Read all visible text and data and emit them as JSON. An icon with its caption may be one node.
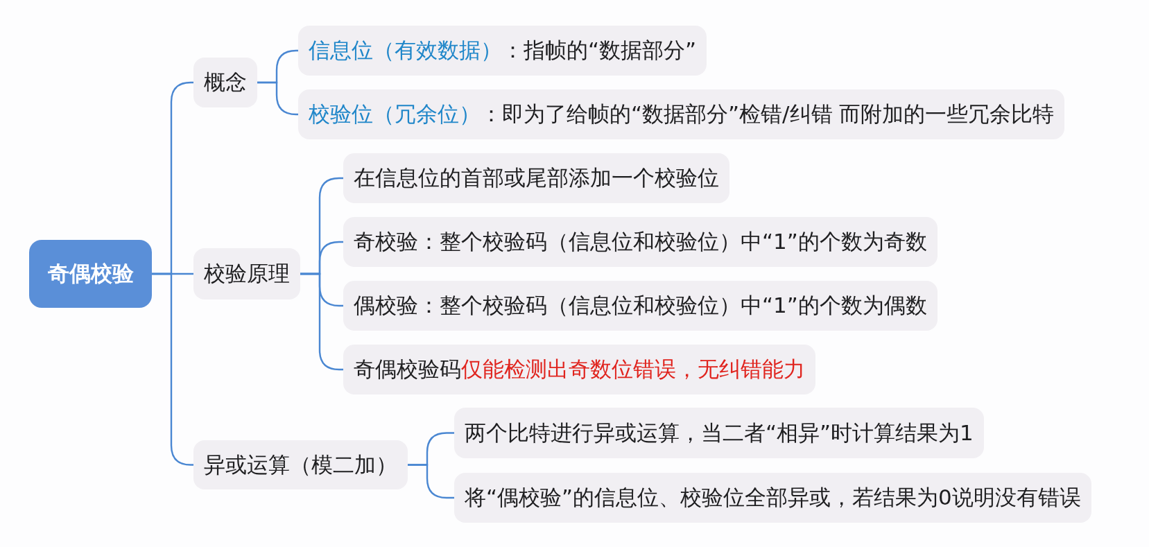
{
  "diagram": {
    "nodes": [
      {
        "text": [
          "奇偶校验"
        ]
      },
      {
        "text": [
          "概念"
        ]
      },
      {
        "text": [
          "信息位（有效数据）",
          "：指帧的“数据部分”"
        ]
      },
      {
        "text": [
          "校验位（冗余位）",
          "：即为了给帧的“数据部分”检错/纠错 而附加的一些冗余比特"
        ]
      },
      {
        "text": [
          "校验原理"
        ]
      },
      {
        "text": [
          "在信息位的首部或尾部添加一个校验位"
        ]
      },
      {
        "text": [
          "奇校验：整个校验码（信息位和校验位）中“1”的个数为奇数"
        ]
      },
      {
        "text": [
          "偶校验：整个校验码（信息位和校验位）中“1”的个数为偶数"
        ]
      },
      {
        "text": [
          "奇偶校验码",
          "仅能检测出奇数位错误，无纠错能力"
        ]
      },
      {
        "text": [
          "异或运算（模二加）"
        ]
      },
      {
        "text": [
          "两个比特进行异或运算，当二者“相异”时计算结果为1"
        ]
      },
      {
        "text": [
          "将“偶校验”的信息位、校验位全部异或，若结果为0说明没有错误"
        ]
      }
    ],
    "edges": [
      {
        "from": 0,
        "to": 1,
        "arrow": "none"
      },
      {
        "from": 0,
        "to": 4,
        "arrow": "none"
      },
      {
        "from": 0,
        "to": 9,
        "arrow": "none"
      },
      {
        "from": 1,
        "to": 2,
        "arrow": "none"
      },
      {
        "from": 1,
        "to": 3,
        "arrow": "none"
      },
      {
        "from": 4,
        "to": 5,
        "arrow": "none"
      },
      {
        "from": 4,
        "to": 6,
        "arrow": "none"
      },
      {
        "from": 4,
        "to": 7,
        "arrow": "none"
      },
      {
        "from": 4,
        "to": 8,
        "arrow": "none"
      },
      {
        "from": 9,
        "to": 10,
        "arrow": "none"
      },
      {
        "from": 9,
        "to": 11,
        "arrow": "none"
      }
    ]
  }
}
